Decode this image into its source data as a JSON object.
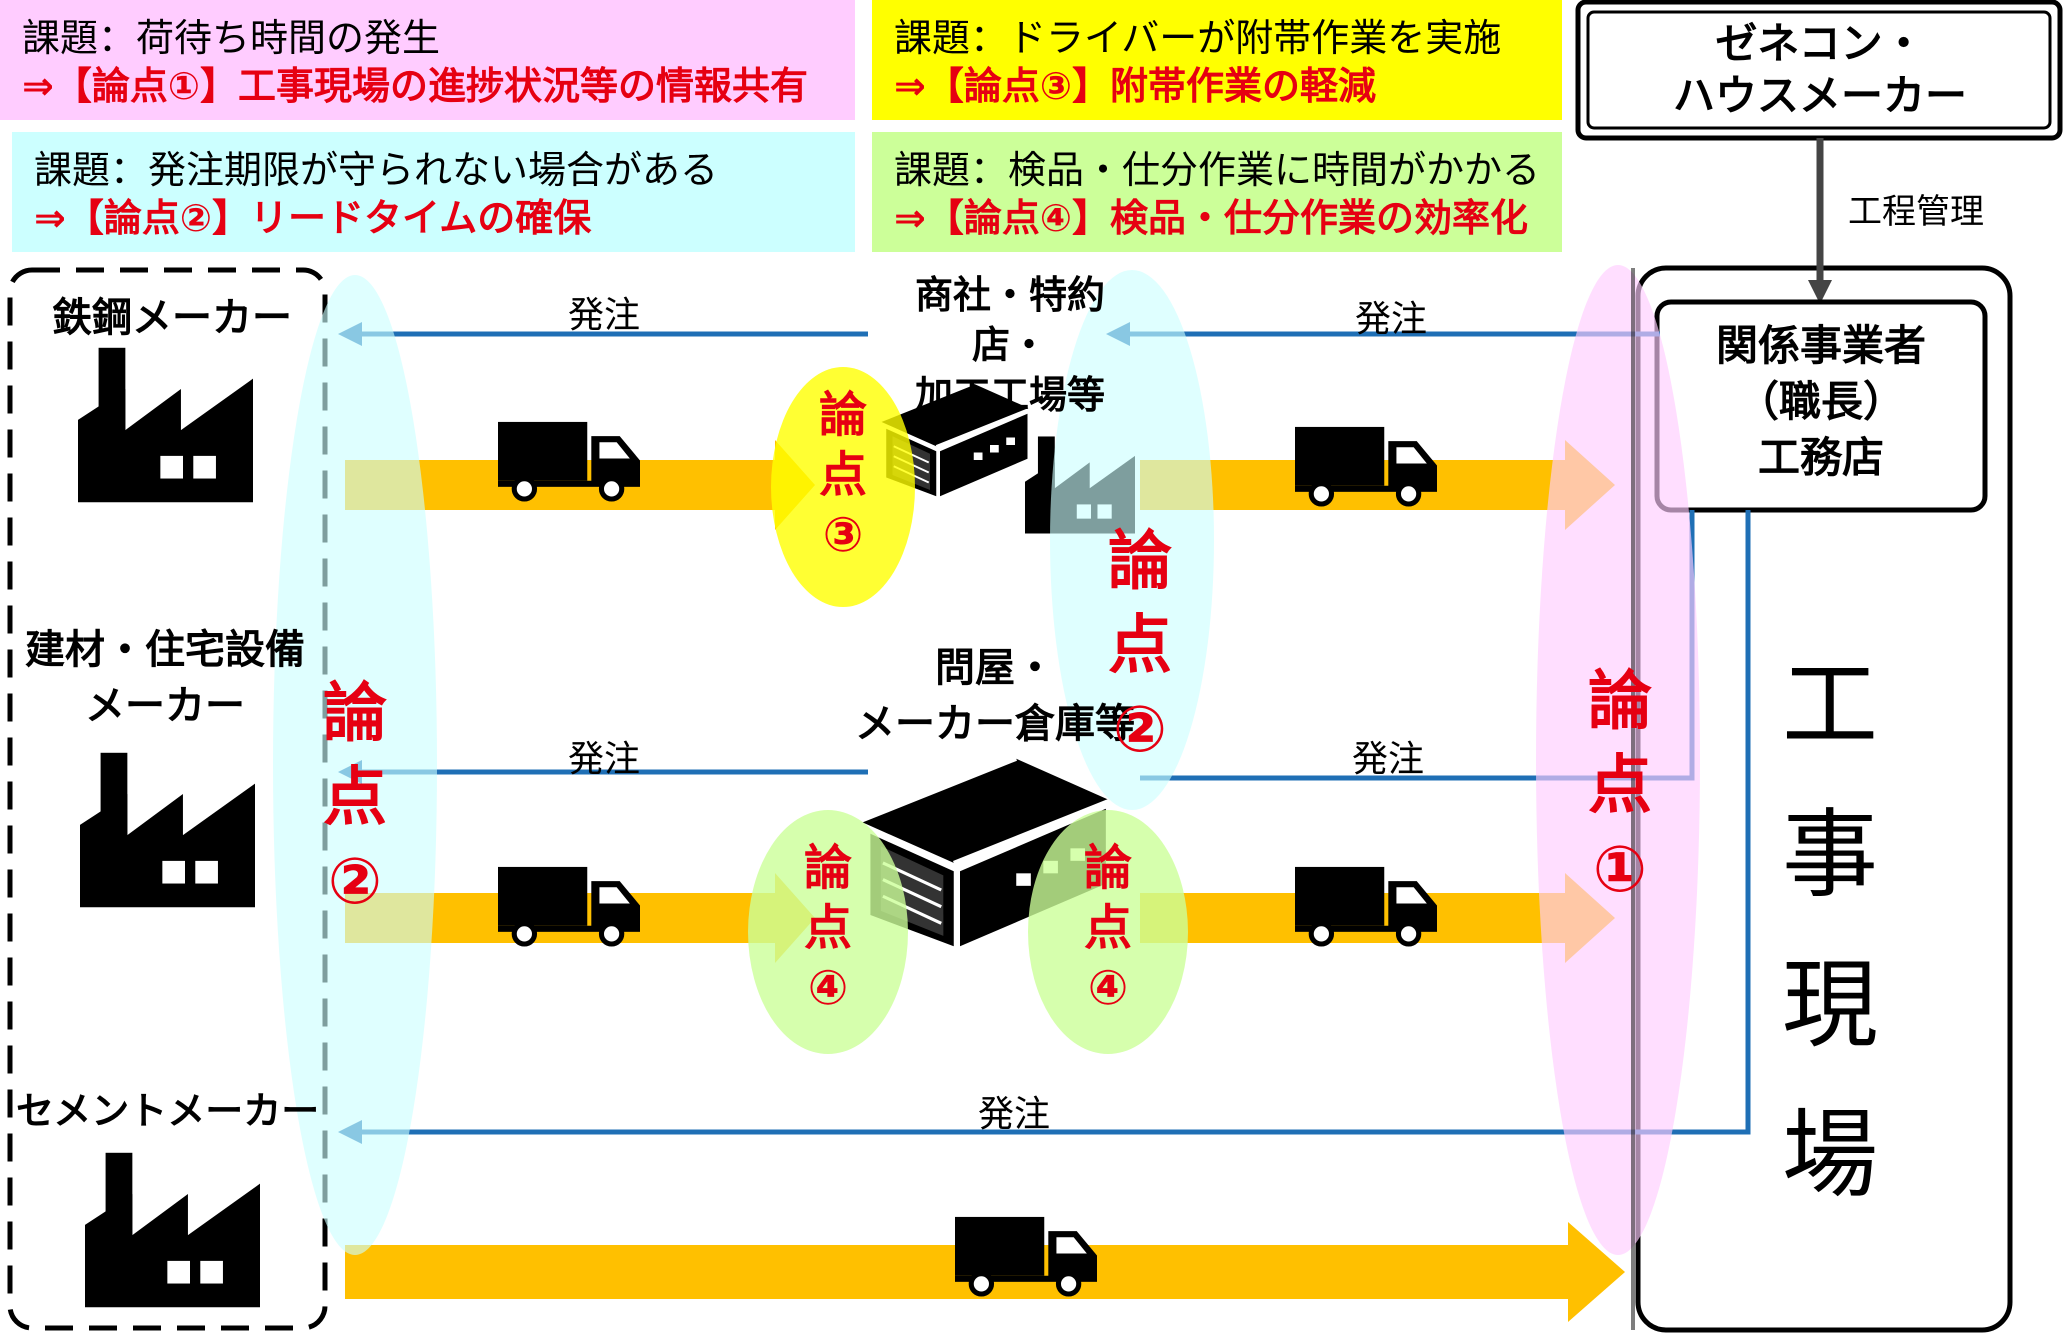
{
  "issues": [
    {
      "line1": "課題：荷待ち時間の発生",
      "line2": "⇒【論点①】工事現場の進捗状況等の情報共有",
      "color": "#ffccff"
    },
    {
      "line1": "課題：ドライバーが附帯作業を実施",
      "line2": "⇒【論点③】附帯作業の軽減",
      "color": "#ffff00"
    },
    {
      "line1": "課題：発注期限が守られない場合がある",
      "line2": "⇒【論点②】リードタイムの確保",
      "color": "#ccffff"
    },
    {
      "line1": "課題：検品・仕分作業に時間がかかる",
      "line2": "⇒【論点④】検品・仕分作業の効率化",
      "color": "#ccff99"
    }
  ],
  "general_contractor": {
    "line1": "ゼネコン・",
    "line2": "ハウスメーカー"
  },
  "process_management": "工程管理",
  "related_business": {
    "line1": "関係事業者",
    "line2": "（職長）",
    "line3": "工務店"
  },
  "site": {
    "c1": "工",
    "c2": "事",
    "c3": "現",
    "c4": "場"
  },
  "manufacturers": {
    "steel": "鉄鋼メーカー",
    "building_line1": "建材・住宅設備",
    "building_line2": "メーカー",
    "cement": "セメントメーカー"
  },
  "intermediaries": {
    "trading_line1": "商社・特約店・",
    "trading_line2": "加工工場等",
    "wholesale_line1": "問屋・",
    "wholesale_line2": "メーカー倉庫等"
  },
  "order_label": "発注",
  "issue_points": {
    "p1": {
      "c1": "論",
      "c2": "点",
      "c3": "①"
    },
    "p2": {
      "c1": "論",
      "c2": "点",
      "c3": "②"
    },
    "p3": {
      "c1": "論",
      "c2": "点",
      "c3": "③"
    },
    "p4": {
      "c1": "論",
      "c2": "点",
      "c3": "④"
    }
  },
  "colors": {
    "arrow_orange": "#ffc000",
    "order_blue": "#1f6fb5",
    "accent_red": "#e60012",
    "ellipse_cyan": "#ccffff",
    "ellipse_pink": "#ffccff",
    "ellipse_yellow": "#ffff00",
    "ellipse_green": "#ccff99"
  }
}
